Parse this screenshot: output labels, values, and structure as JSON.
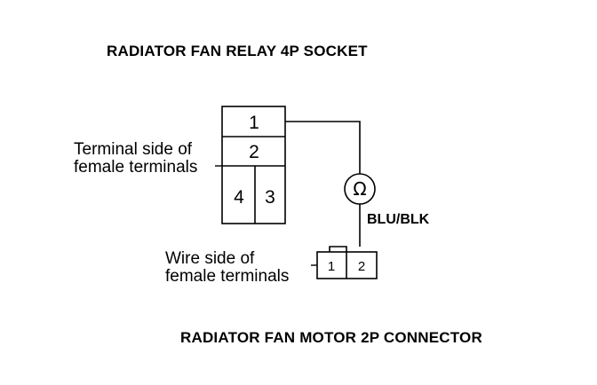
{
  "titles": {
    "relay_socket": "RADIATOR FAN RELAY 4P SOCKET",
    "motor_connector": "RADIATOR FAN MOTOR 2P CONNECTOR"
  },
  "labels": {
    "terminal_side_line1": "Terminal side of",
    "terminal_side_line2": "female terminals",
    "wire_side_line1": "Wire side of",
    "wire_side_line2": "female terminals"
  },
  "relay_pins": [
    "1",
    "2",
    "4",
    "3"
  ],
  "motor_pins": [
    "1",
    "2"
  ],
  "ohmmeter_symbol": "Ω",
  "wire_color": "BLU/BLK"
}
